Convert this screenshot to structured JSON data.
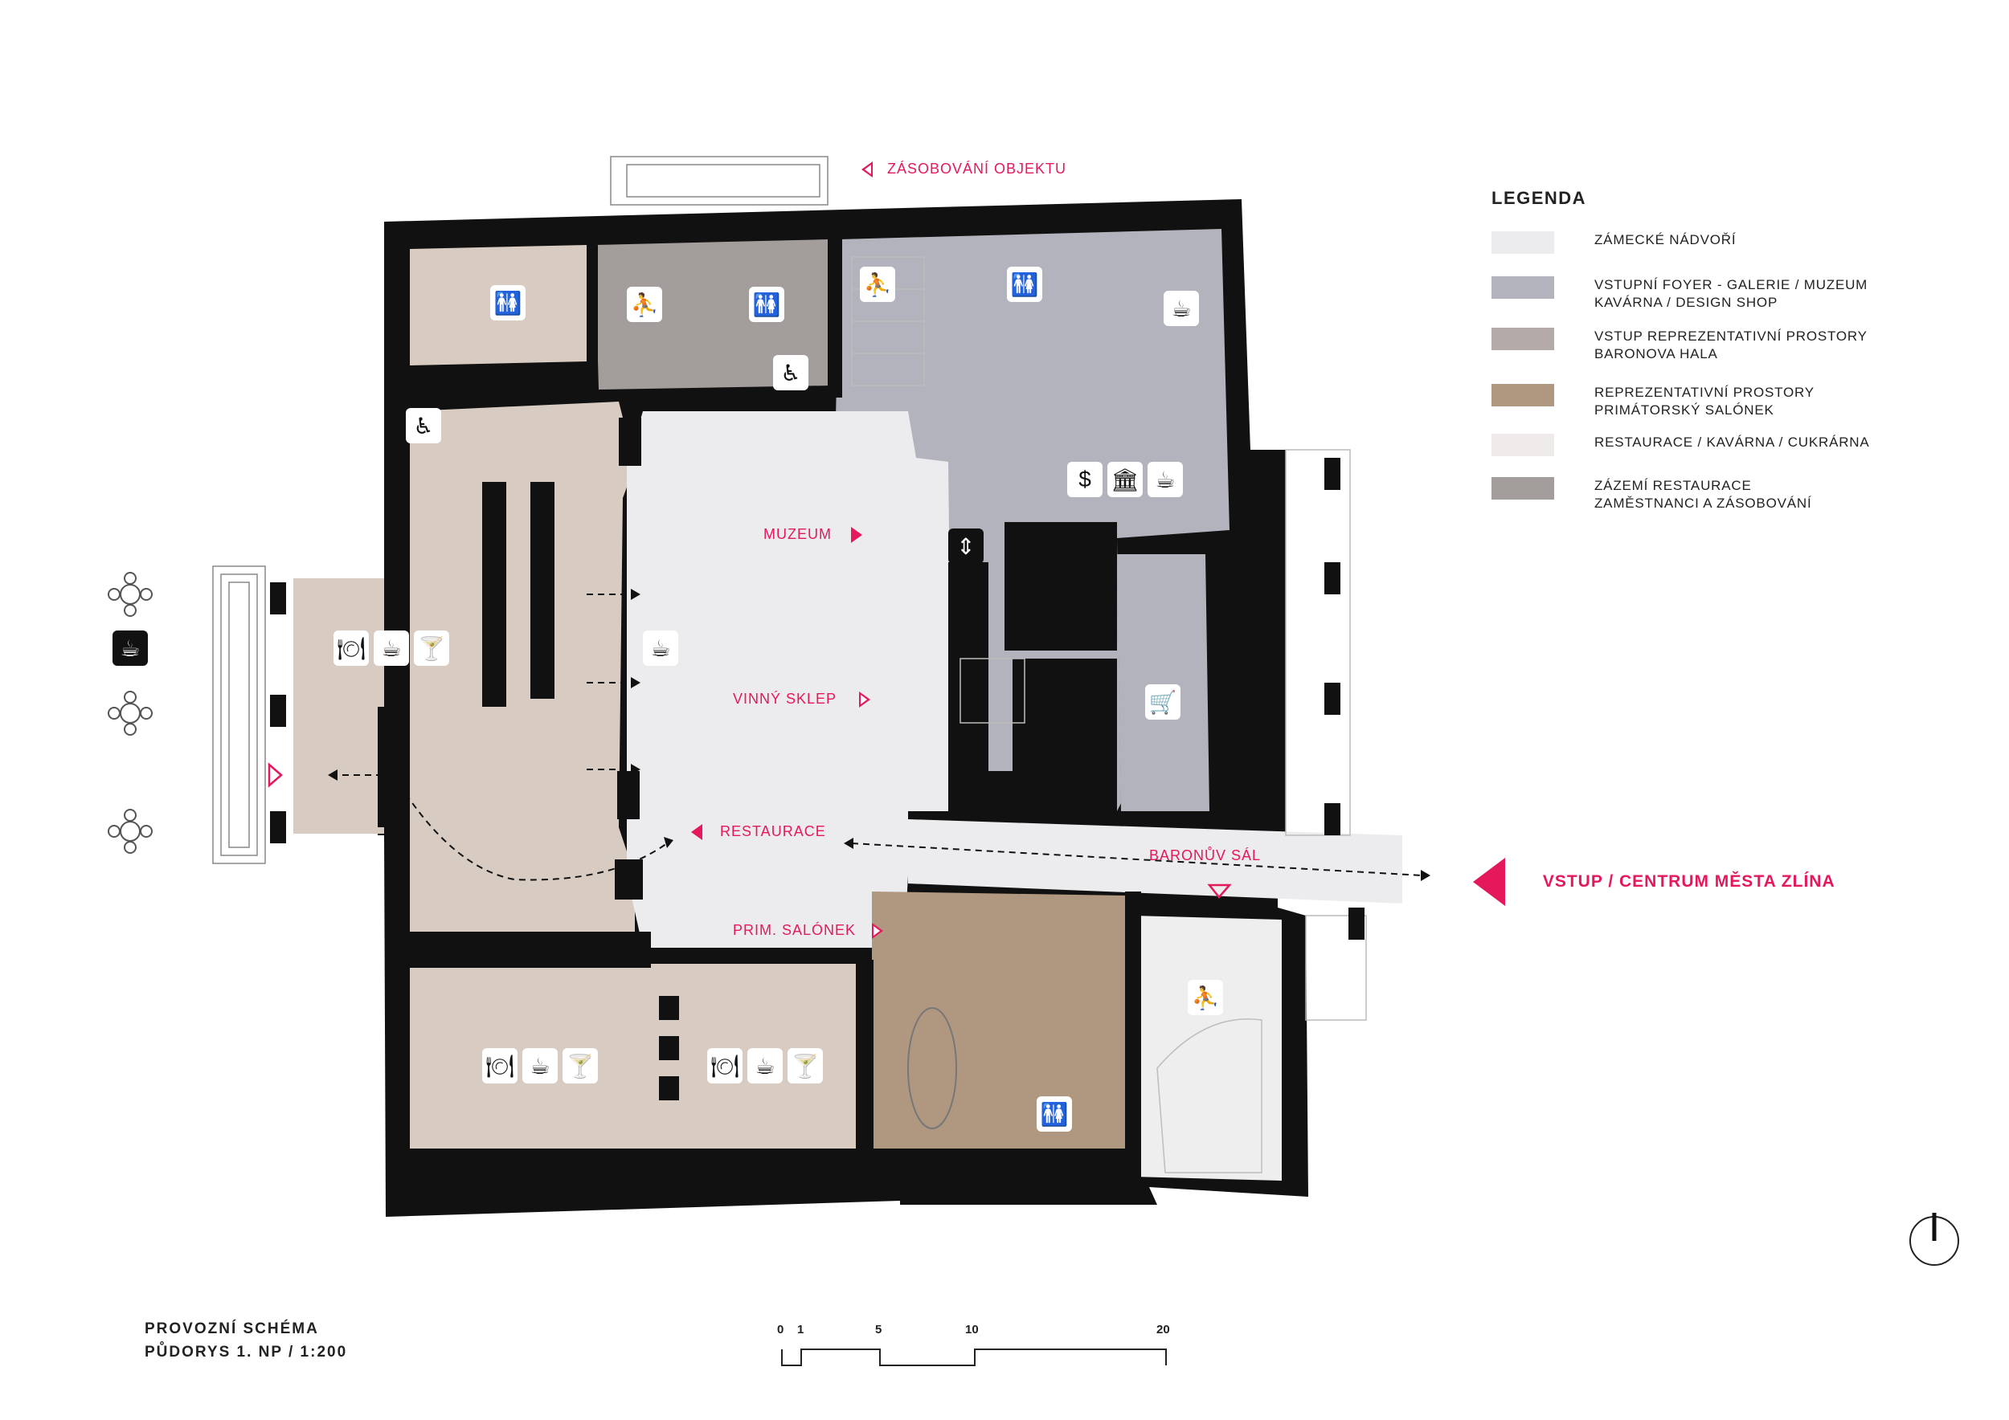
{
  "labels": {
    "supply": "ZÁSOBOVÁNÍ OBJEKTU",
    "museum": "MUZEUM",
    "wine_cellar": "VINNÝ SKLEP",
    "restaurant": "RESTAURACE",
    "prim_salon": "PRIM. SALÓNEK",
    "baron_hall": "BARONŮV SÁL",
    "entrance": "VSTUP / CENTRUM MĚSTA ZLÍNA"
  },
  "legend": {
    "title": "LEGENDA",
    "items": [
      {
        "line1": "ZÁMECKÉ NÁDVOŘÍ",
        "line2": "",
        "color": "#ececee"
      },
      {
        "line1": "VSTUPNÍ FOYER - GALERIE / MUZEUM",
        "line2": "KAVÁRNA / DESIGN SHOP",
        "color": "#b3b3bd"
      },
      {
        "line1": "VSTUP REPREZENTATIVNÍ PROSTORY",
        "line2": "BARONOVA HALA",
        "color": "#b4aaa7"
      },
      {
        "line1": "REPREZENTATIVNÍ PROSTORY",
        "line2": "PRIMÁTORSKÝ SALÓNEK",
        "color": "#b09880"
      },
      {
        "line1": "RESTAURACE / KAVÁRNA / CUKRÁRNA",
        "line2": "",
        "color": "#eeeaea"
      },
      {
        "line1": "ZÁZEMÍ RESTAURACE",
        "line2": "ZAMĚSTNANCI A ZÁSOBOVÁNÍ",
        "color": "#a39e9b"
      }
    ]
  },
  "footer": {
    "line1": "PROVOZNÍ SCHÉMA",
    "line2": "PŮDORYS 1. NP / 1:200"
  },
  "scale": [
    "0",
    "1",
    "5",
    "10",
    "20"
  ],
  "icons": {
    "wc": "🚻",
    "stairs": "⛹",
    "wheelchair": "♿",
    "coffee": "☕",
    "plate": "🍽",
    "cocktail": "🍸",
    "dollar": "$",
    "bank": "🏛",
    "cart": "🛒",
    "lift": "⇕"
  }
}
